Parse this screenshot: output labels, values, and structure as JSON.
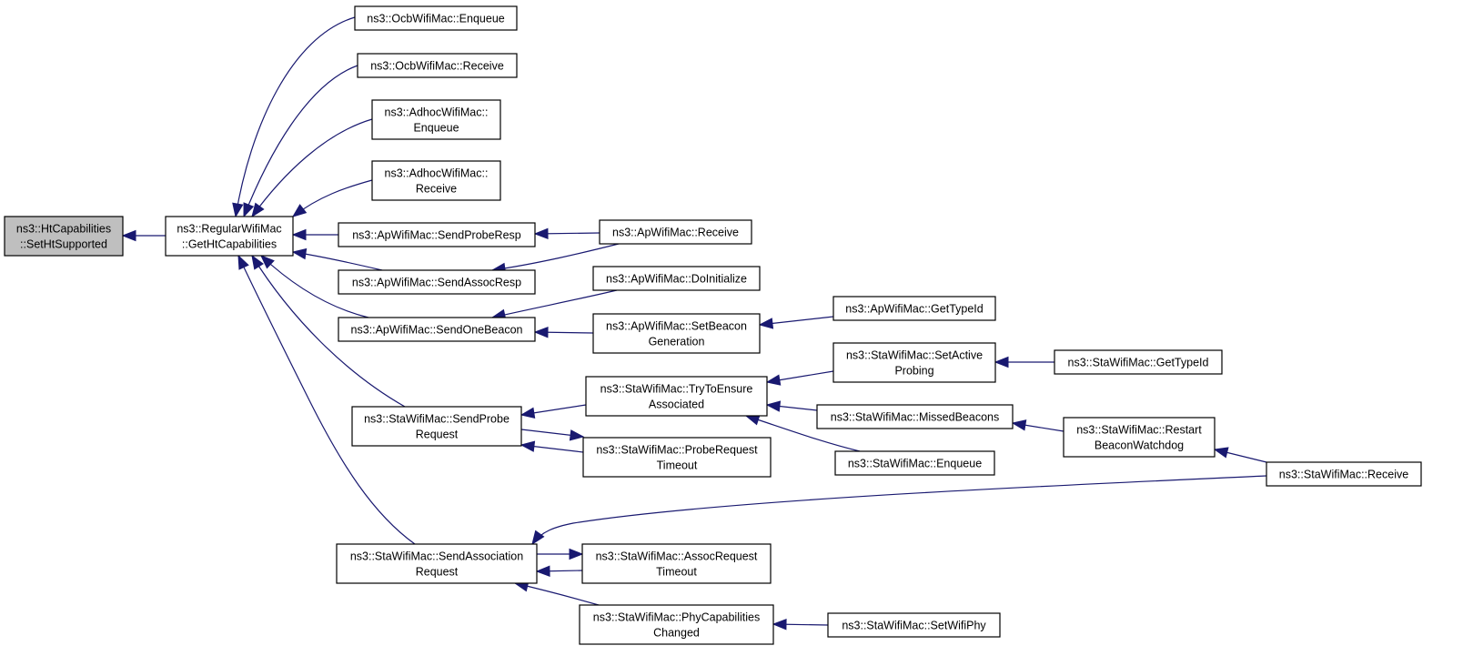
{
  "diagram": {
    "kind": "doxygen caller graph",
    "colors": {
      "edge": "#191970",
      "root_fill": "#bfbfbf",
      "node_fill": "#ffffff",
      "node_border": "#000000"
    },
    "nodes": [
      {
        "id": "setHtSupported",
        "lines": [
          "ns3::HtCapabilities",
          "::SetHtSupported"
        ],
        "root": true
      },
      {
        "id": "getHtCapabilities",
        "lines": [
          "ns3::RegularWifiMac",
          "::GetHtCapabilities"
        ]
      },
      {
        "id": "ocbEnqueue",
        "lines": [
          "ns3::OcbWifiMac::Enqueue"
        ]
      },
      {
        "id": "ocbReceive",
        "lines": [
          "ns3::OcbWifiMac::Receive"
        ]
      },
      {
        "id": "adhocEnqueue",
        "lines": [
          "ns3::AdhocWifiMac::",
          "Enqueue"
        ]
      },
      {
        "id": "adhocReceive",
        "lines": [
          "ns3::AdhocWifiMac::",
          "Receive"
        ]
      },
      {
        "id": "apSendProbeResp",
        "lines": [
          "ns3::ApWifiMac::SendProbeResp"
        ]
      },
      {
        "id": "apSendAssocResp",
        "lines": [
          "ns3::ApWifiMac::SendAssocResp"
        ]
      },
      {
        "id": "apSendOneBeacon",
        "lines": [
          "ns3::ApWifiMac::SendOneBeacon"
        ]
      },
      {
        "id": "staSendProbeRequest",
        "lines": [
          "ns3::StaWifiMac::SendProbe",
          "Request"
        ]
      },
      {
        "id": "staSendAssociationRequest",
        "lines": [
          "ns3::StaWifiMac::SendAssociation",
          "Request"
        ]
      },
      {
        "id": "apReceive",
        "lines": [
          "ns3::ApWifiMac::Receive"
        ]
      },
      {
        "id": "apDoInitialize",
        "lines": [
          "ns3::ApWifiMac::DoInitialize"
        ]
      },
      {
        "id": "apSetBeaconGeneration",
        "lines": [
          "ns3::ApWifiMac::SetBeacon",
          "Generation"
        ]
      },
      {
        "id": "apGetTypeId",
        "lines": [
          "ns3::ApWifiMac::GetTypeId"
        ]
      },
      {
        "id": "staTryToEnsureAssociated",
        "lines": [
          "ns3::StaWifiMac::TryToEnsure",
          "Associated"
        ]
      },
      {
        "id": "staProbeRequestTimeout",
        "lines": [
          "ns3::StaWifiMac::ProbeRequest",
          "Timeout"
        ]
      },
      {
        "id": "staSetActiveProbing",
        "lines": [
          "ns3::StaWifiMac::SetActive",
          "Probing"
        ]
      },
      {
        "id": "staGetTypeId",
        "lines": [
          "ns3::StaWifiMac::GetTypeId"
        ]
      },
      {
        "id": "staMissedBeacons",
        "lines": [
          "ns3::StaWifiMac::MissedBeacons"
        ]
      },
      {
        "id": "staEnqueue",
        "lines": [
          "ns3::StaWifiMac::Enqueue"
        ]
      },
      {
        "id": "staRestartBeaconWatchdog",
        "lines": [
          "ns3::StaWifiMac::Restart",
          "BeaconWatchdog"
        ]
      },
      {
        "id": "staReceive",
        "lines": [
          "ns3::StaWifiMac::Receive"
        ]
      },
      {
        "id": "staAssocRequestTimeout",
        "lines": [
          "ns3::StaWifiMac::AssocRequest",
          "Timeout"
        ]
      },
      {
        "id": "staPhyCapabilitiesChanged",
        "lines": [
          "ns3::StaWifiMac::PhyCapabilities",
          "Changed"
        ]
      },
      {
        "id": "staSetWifiPhy",
        "lines": [
          "ns3::StaWifiMac::SetWifiPhy"
        ]
      }
    ],
    "edges": [
      {
        "from": "getHtCapabilities",
        "to": "setHtSupported"
      },
      {
        "from": "ocbEnqueue",
        "to": "getHtCapabilities"
      },
      {
        "from": "ocbReceive",
        "to": "getHtCapabilities"
      },
      {
        "from": "adhocEnqueue",
        "to": "getHtCapabilities"
      },
      {
        "from": "adhocReceive",
        "to": "getHtCapabilities"
      },
      {
        "from": "apSendProbeResp",
        "to": "getHtCapabilities"
      },
      {
        "from": "apSendAssocResp",
        "to": "getHtCapabilities"
      },
      {
        "from": "apSendOneBeacon",
        "to": "getHtCapabilities"
      },
      {
        "from": "staSendProbeRequest",
        "to": "getHtCapabilities"
      },
      {
        "from": "staSendAssociationRequest",
        "to": "getHtCapabilities"
      },
      {
        "from": "apReceive",
        "to": "apSendProbeResp"
      },
      {
        "from": "apReceive",
        "to": "apSendAssocResp"
      },
      {
        "from": "apDoInitialize",
        "to": "apSendOneBeacon"
      },
      {
        "from": "apSetBeaconGeneration",
        "to": "apSendOneBeacon"
      },
      {
        "from": "apGetTypeId",
        "to": "apSetBeaconGeneration"
      },
      {
        "from": "staTryToEnsureAssociated",
        "to": "staSendProbeRequest"
      },
      {
        "from": "staSendProbeRequest",
        "to": "staProbeRequestTimeout"
      },
      {
        "from": "staProbeRequestTimeout",
        "to": "staSendProbeRequest"
      },
      {
        "from": "staSetActiveProbing",
        "to": "staTryToEnsureAssociated"
      },
      {
        "from": "staMissedBeacons",
        "to": "staTryToEnsureAssociated"
      },
      {
        "from": "staEnqueue",
        "to": "staTryToEnsureAssociated"
      },
      {
        "from": "staGetTypeId",
        "to": "staSetActiveProbing"
      },
      {
        "from": "staRestartBeaconWatchdog",
        "to": "staMissedBeacons"
      },
      {
        "from": "staReceive",
        "to": "staRestartBeaconWatchdog"
      },
      {
        "from": "staReceive",
        "to": "staSendAssociationRequest"
      },
      {
        "from": "staSendAssociationRequest",
        "to": "staAssocRequestTimeout"
      },
      {
        "from": "staAssocRequestTimeout",
        "to": "staSendAssociationRequest"
      },
      {
        "from": "staPhyCapabilitiesChanged",
        "to": "staSendAssociationRequest"
      },
      {
        "from": "staSetWifiPhy",
        "to": "staPhyCapabilitiesChanged"
      }
    ]
  }
}
